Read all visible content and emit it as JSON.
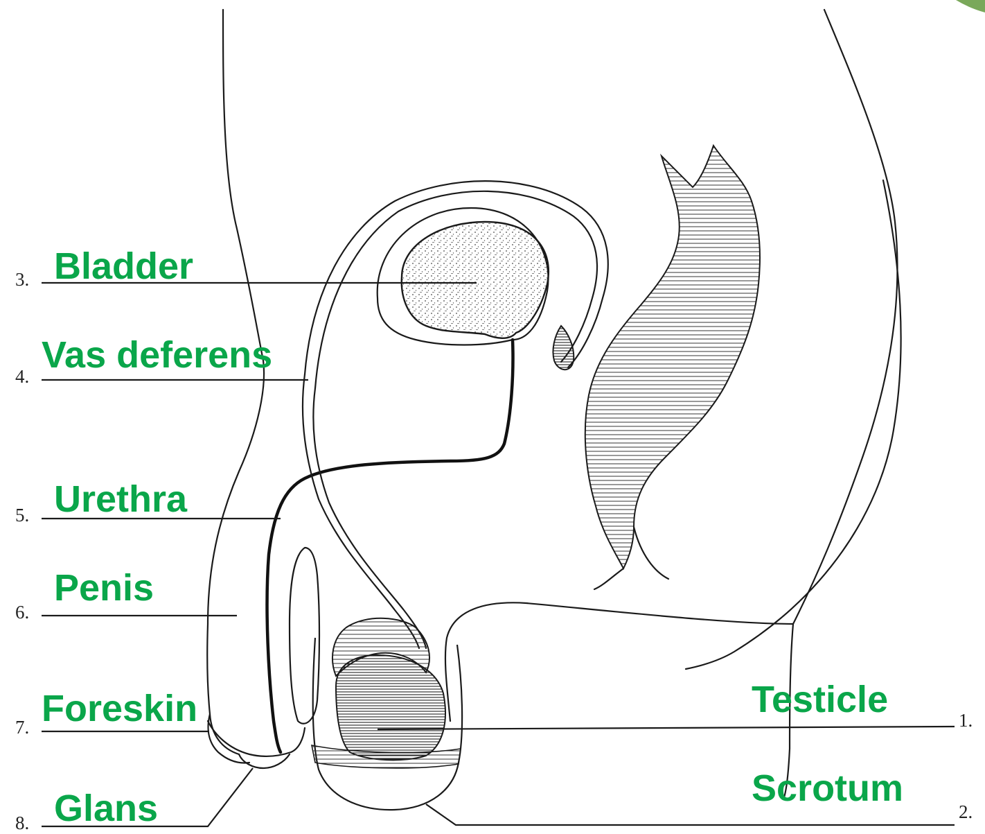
{
  "colors": {
    "label": "#0aa64a",
    "ink": "#1a1a1a",
    "shade": "#555555",
    "corner_badge": "#7aa85a"
  },
  "labels": [
    {
      "number": "1.",
      "answer": "Testicle"
    },
    {
      "number": "2.",
      "answer": "Scrotum"
    },
    {
      "number": "3.",
      "answer": "Bladder"
    },
    {
      "number": "4.",
      "answer": "Vas deferens"
    },
    {
      "number": "5.",
      "answer": "Urethra"
    },
    {
      "number": "6.",
      "answer": "Penis"
    },
    {
      "number": "7.",
      "answer": "Foreskin"
    },
    {
      "number": "8.",
      "answer": "Glans"
    }
  ]
}
